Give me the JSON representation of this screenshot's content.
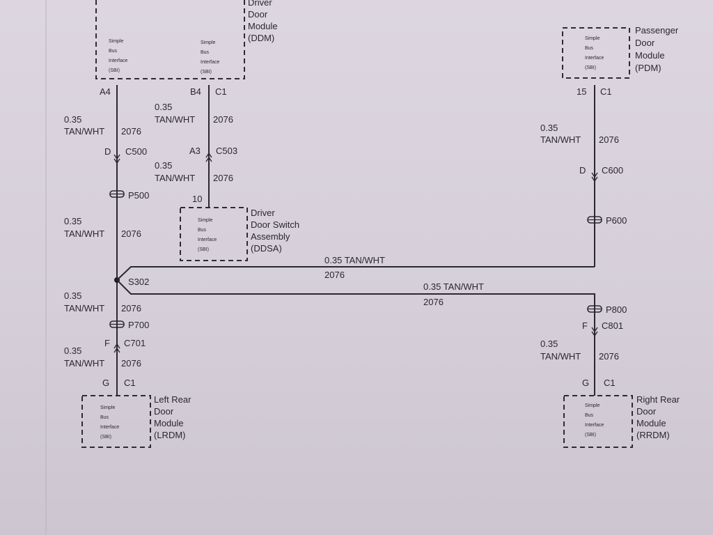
{
  "modules": {
    "ddm": {
      "name_lines": [
        "Driver",
        "Door",
        "Module",
        "(DDM)"
      ],
      "interfaces": [
        [
          "Simple",
          "Bus",
          "Interface",
          "(SBI)"
        ],
        [
          "Simple",
          "Bus",
          "Interface",
          "(SBI)"
        ]
      ]
    },
    "pdm": {
      "name_lines": [
        "Passenger",
        "Door",
        "Module",
        "(PDM)"
      ],
      "interface": [
        "Simple",
        "Bus",
        "Interface",
        "(SBI)"
      ]
    },
    "ddsa": {
      "name_lines": [
        "Driver",
        "Door Switch",
        "Assembly",
        "(DDSA)"
      ],
      "interface": [
        "Simple",
        "Bus",
        "Interface",
        "(SBI)"
      ]
    },
    "lrdm": {
      "name_lines": [
        "Left Rear",
        "Door",
        "Module",
        "(LRDM)"
      ],
      "interface": [
        "Simple",
        "Bus",
        "Interface",
        "(SBI)"
      ]
    },
    "rrdm": {
      "name_lines": [
        "Right Rear",
        "Door",
        "Module",
        "(RRDM)"
      ],
      "interface": [
        "Simple",
        "Bus",
        "Interface",
        "(SBI)"
      ]
    }
  },
  "pins": {
    "ddm_a": "A4",
    "ddm_b": "B4",
    "ddm_conn": "C1",
    "pdm_pin": "15",
    "pdm_conn": "C1",
    "ddsa_pin": "10",
    "lrdm_pin": "G",
    "lrdm_conn": "C1",
    "rrdm_pin": "G",
    "rrdm_conn": "C1"
  },
  "connectors": {
    "c500_pin": "D",
    "c500": "C500",
    "c503_pin": "A3",
    "c503": "C503",
    "c600_pin": "D",
    "c600": "C600",
    "c701_pin": "F",
    "c701": "C701",
    "c801_pin": "F",
    "c801": "C801"
  },
  "splices": {
    "p500": "P500",
    "p600": "P600",
    "p700": "P700",
    "p800": "P800",
    "s302": "S302"
  },
  "wires": {
    "gauge": "0.35",
    "color": "TAN/WHT",
    "circuit": "2076",
    "horizontal_label": "0.35 TAN/WHT"
  }
}
